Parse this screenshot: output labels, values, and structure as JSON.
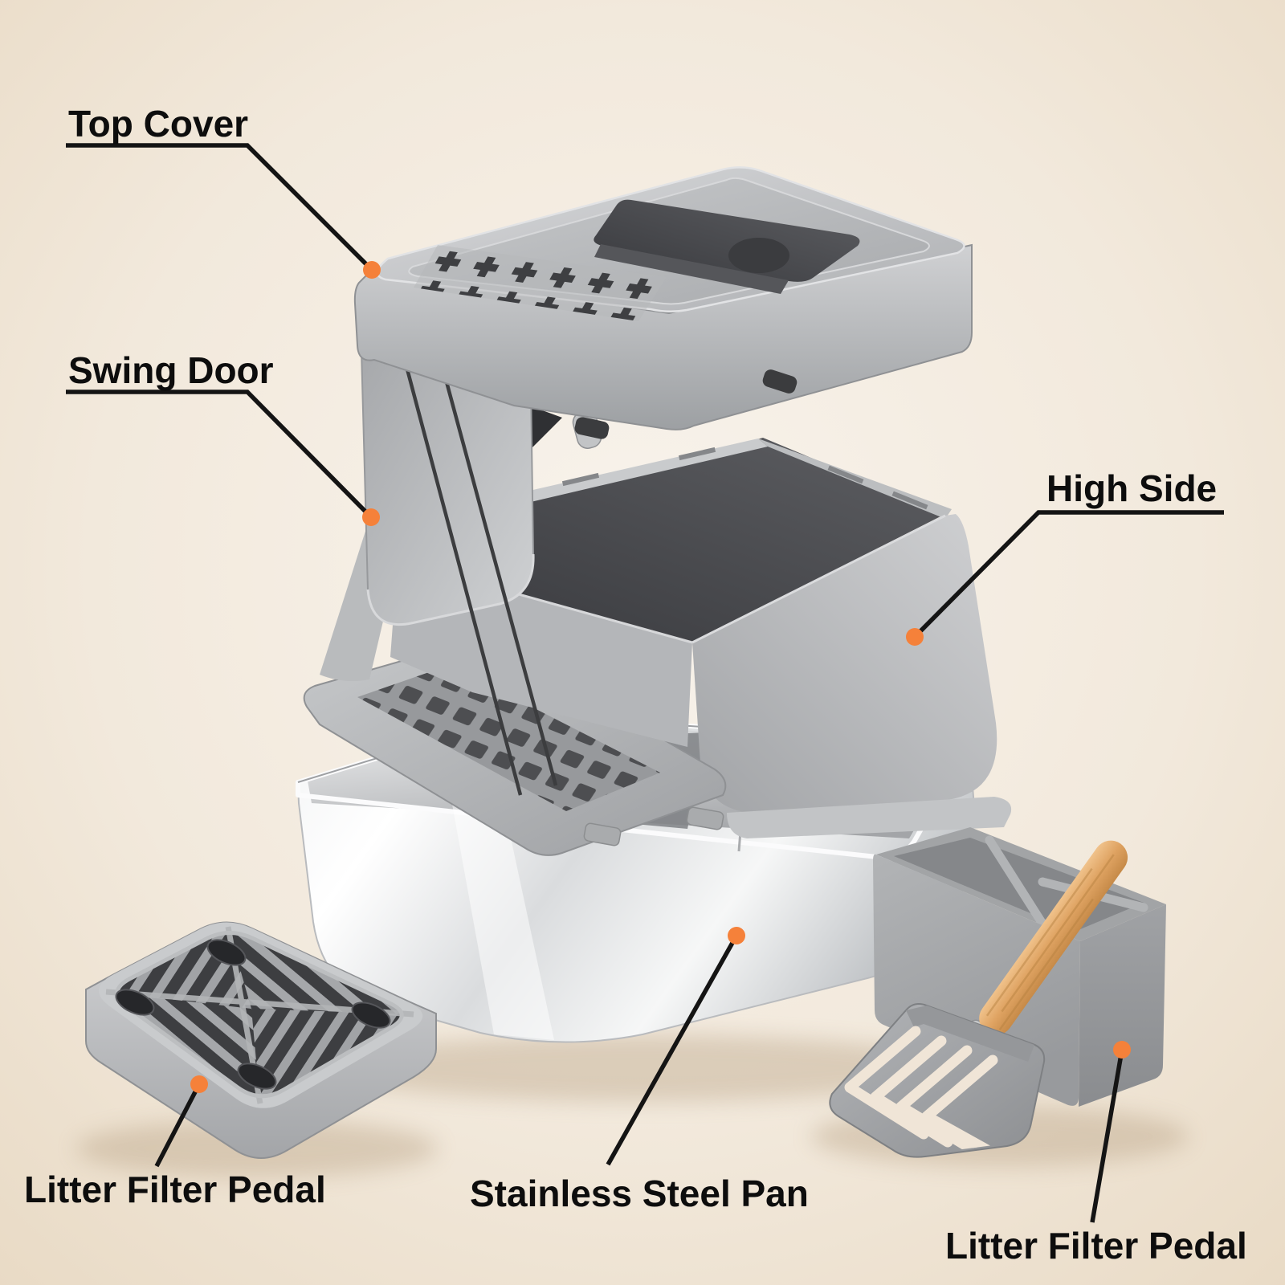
{
  "colors": {
    "accent": "#f5813a",
    "line": "#141414",
    "text": "#0d0d0d",
    "background_center": "#f8f3ec",
    "background_edge": "#e8d9c3"
  },
  "labels": [
    {
      "id": "top-cover",
      "text": "Top Cover"
    },
    {
      "id": "swing-door",
      "text": "Swing Door"
    },
    {
      "id": "high-side",
      "text": "High Side"
    },
    {
      "id": "litter-filter-pedal-left",
      "text": "Litter Filter Pedal"
    },
    {
      "id": "stainless-steel-pan",
      "text": "Stainless Steel Pan"
    },
    {
      "id": "litter-filter-pedal-right",
      "text": "Litter Filter Pedal"
    }
  ]
}
